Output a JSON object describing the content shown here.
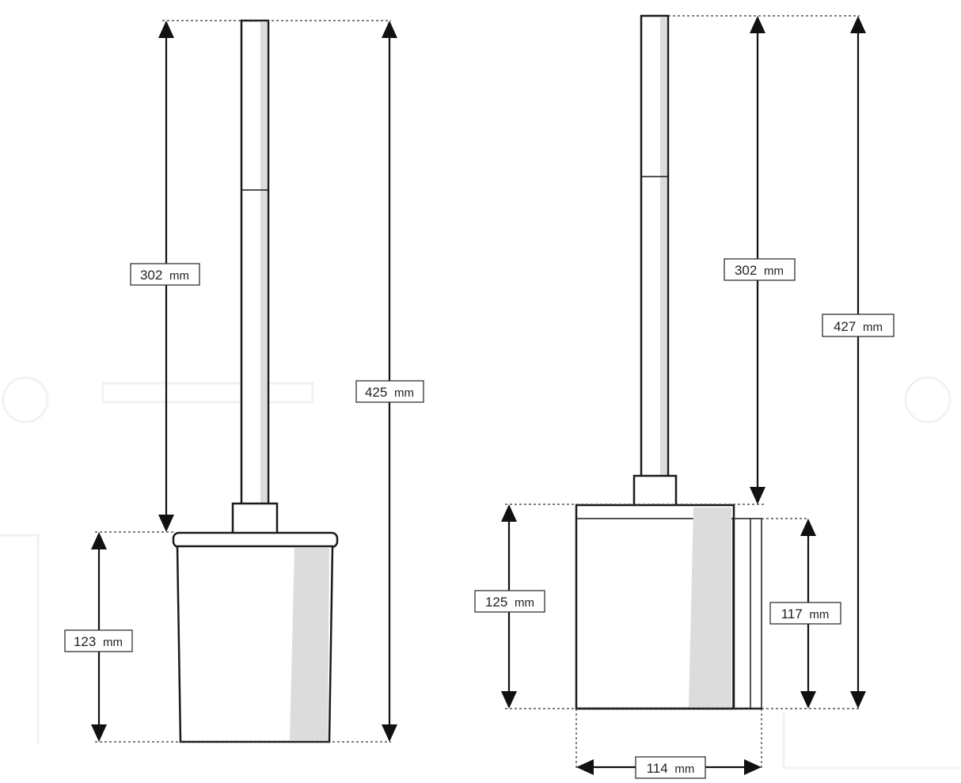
{
  "figures": {
    "left": {
      "dimensions": {
        "handle": {
          "value": "302",
          "unit": "mm"
        },
        "overall_height": {
          "value": "425",
          "unit": "mm"
        },
        "base_height": {
          "value": "123",
          "unit": "mm"
        }
      }
    },
    "right": {
      "dimensions": {
        "handle": {
          "value": "302",
          "unit": "mm"
        },
        "overall_height": {
          "value": "427",
          "unit": "mm"
        },
        "base_height": {
          "value": "125",
          "unit": "mm"
        },
        "inner_height": {
          "value": "117",
          "unit": "mm"
        },
        "width": {
          "value": "114",
          "unit": "mm"
        }
      }
    }
  },
  "colors": {
    "line": "#1a1a1a",
    "shade": "#dcdcdc",
    "background": "#ffffff"
  }
}
